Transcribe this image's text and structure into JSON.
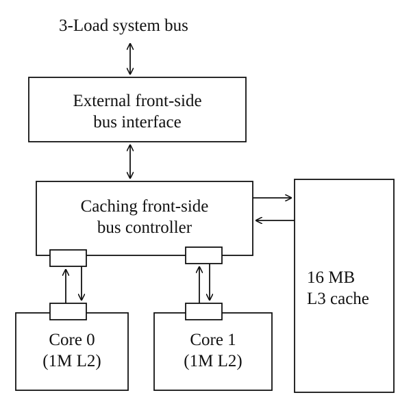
{
  "system_bus": {
    "label": "3-Load system bus"
  },
  "external_interface": {
    "line1": "External front-side",
    "line2": "bus interface"
  },
  "caching_controller": {
    "line1": "Caching front-side",
    "line2": "bus controller"
  },
  "l3_cache": {
    "line1": "16 MB",
    "line2": "L3 cache"
  },
  "cores": [
    {
      "name": "Core 0",
      "cache": "(1M L2)"
    },
    {
      "name": "Core 1",
      "cache": "(1M L2)"
    }
  ],
  "colors": {
    "stroke": "#111111",
    "background": "#ffffff"
  }
}
